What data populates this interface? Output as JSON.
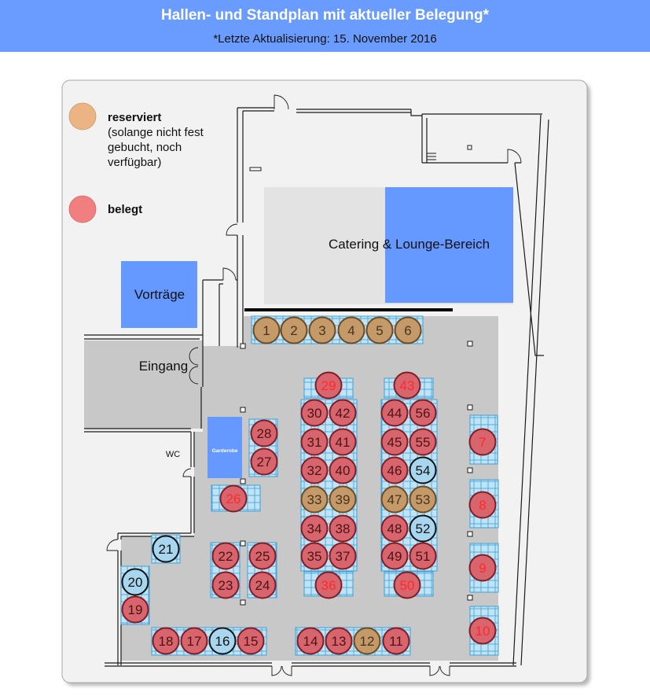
{
  "header": {
    "title": "Hallen- und Standplan mit aktueller Belegung*",
    "subtitle": "*Letzte Aktualisierung: 15. November 2016",
    "color": "#6a9cff"
  },
  "legend": {
    "reserviert": {
      "label": "reserviert",
      "note": [
        "(solange nicht fest",
        "gebucht, noch",
        "verfügbar)"
      ],
      "color": "#ecb384"
    },
    "belegt": {
      "label": "belegt",
      "color": "#f27f7f"
    }
  },
  "areas": {
    "catering": {
      "label": "Catering & Lounge-Bereich",
      "color": "#6699ff"
    },
    "vortraege": {
      "label": "Vorträge",
      "color": "#6699ff"
    },
    "eingang": {
      "label": "Eingang"
    },
    "garderobe": {
      "label": "Garderobe",
      "color": "#6699ff"
    },
    "wc": {
      "label": "WC"
    }
  },
  "booth_styles": {
    "belegt": {
      "fill": "#d8646d",
      "stroke": "#7e1e24",
      "text": "#4a1414"
    },
    "reserviert": {
      "fill": "#c49a69",
      "stroke": "#6c4a26",
      "text": "#4a3220"
    },
    "frei": {
      "fill": "#a8d6ee",
      "stroke": "#111111",
      "text": "#111111"
    }
  },
  "booth_highlight_text": "#ff2a2a",
  "booths": {
    "reserviert": [
      {
        "n": "1"
      },
      {
        "n": "2"
      },
      {
        "n": "3"
      },
      {
        "n": "4"
      },
      {
        "n": "5"
      },
      {
        "n": "6"
      },
      {
        "n": "12"
      },
      {
        "n": "33"
      },
      {
        "n": "39"
      },
      {
        "n": "47"
      },
      {
        "n": "53"
      }
    ],
    "frei": [
      {
        "n": "16"
      },
      {
        "n": "20"
      },
      {
        "n": "21"
      },
      {
        "n": "52"
      },
      {
        "n": "54"
      }
    ],
    "belegt": [
      {
        "n": "7",
        "highlight": true
      },
      {
        "n": "8",
        "highlight": true
      },
      {
        "n": "9",
        "highlight": true
      },
      {
        "n": "10",
        "highlight": true
      },
      {
        "n": "11"
      },
      {
        "n": "13"
      },
      {
        "n": "14"
      },
      {
        "n": "15"
      },
      {
        "n": "17"
      },
      {
        "n": "18"
      },
      {
        "n": "19"
      },
      {
        "n": "22"
      },
      {
        "n": "23"
      },
      {
        "n": "24"
      },
      {
        "n": "25"
      },
      {
        "n": "26",
        "highlight": true
      },
      {
        "n": "27"
      },
      {
        "n": "28"
      },
      {
        "n": "29",
        "highlight": true
      },
      {
        "n": "30"
      },
      {
        "n": "31"
      },
      {
        "n": "32"
      },
      {
        "n": "34"
      },
      {
        "n": "35"
      },
      {
        "n": "36",
        "highlight": true
      },
      {
        "n": "37"
      },
      {
        "n": "38"
      },
      {
        "n": "40"
      },
      {
        "n": "41"
      },
      {
        "n": "42"
      },
      {
        "n": "43",
        "highlight": true
      },
      {
        "n": "44"
      },
      {
        "n": "45"
      },
      {
        "n": "46"
      },
      {
        "n": "48"
      },
      {
        "n": "49"
      },
      {
        "n": "50",
        "highlight": true
      },
      {
        "n": "51"
      },
      {
        "n": "55"
      },
      {
        "n": "56"
      }
    ]
  }
}
